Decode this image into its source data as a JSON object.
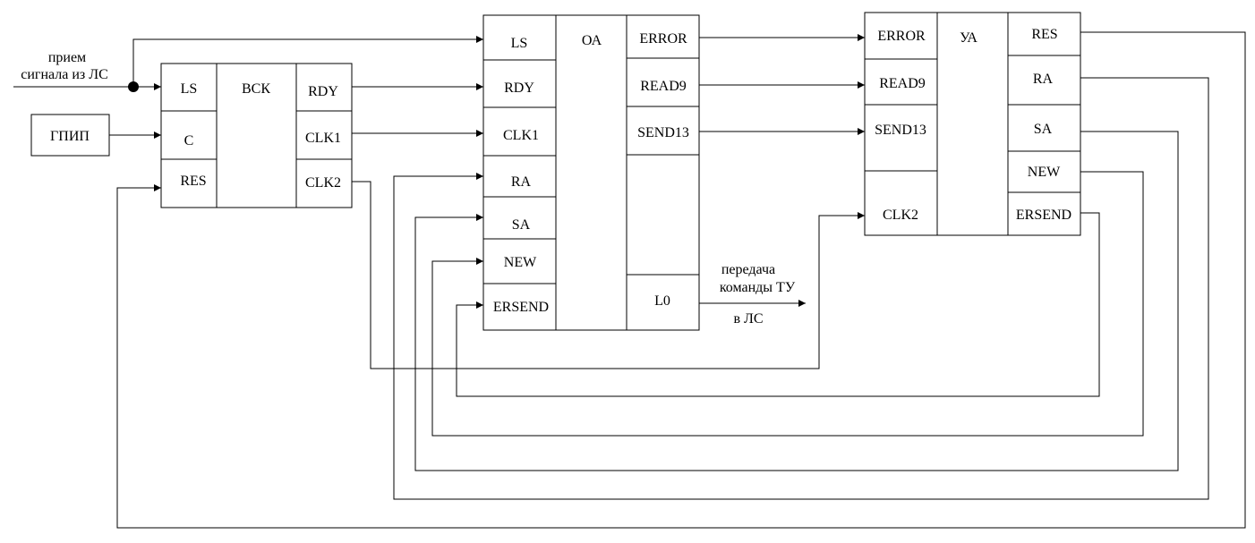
{
  "input_signal": {
    "line1": "прием",
    "line2": "сигнала из ЛС"
  },
  "output_signal": {
    "line1": "передача",
    "line2": "команды ТУ",
    "line3": "в ЛС"
  },
  "gpi": {
    "label": "ГПИП"
  },
  "vsk": {
    "title": "ВСК",
    "inputs": [
      "LS",
      "C",
      "RES"
    ],
    "outputs": [
      "RDY",
      "CLK1",
      "CLK2"
    ]
  },
  "oa": {
    "title": "ОА",
    "inputs": [
      "LS",
      "RDY",
      "CLK1",
      "RA",
      "SA",
      "NEW",
      "ERSEND"
    ],
    "outputs": [
      "ERROR",
      "READ9",
      "SEND13",
      "",
      "L0"
    ]
  },
  "ua": {
    "title": "УА",
    "inputs": [
      "ERROR",
      "READ9",
      "SEND13",
      "CLK2"
    ],
    "outputs": [
      "RES",
      "RA",
      "SA",
      "NEW",
      "ERSEND"
    ]
  }
}
